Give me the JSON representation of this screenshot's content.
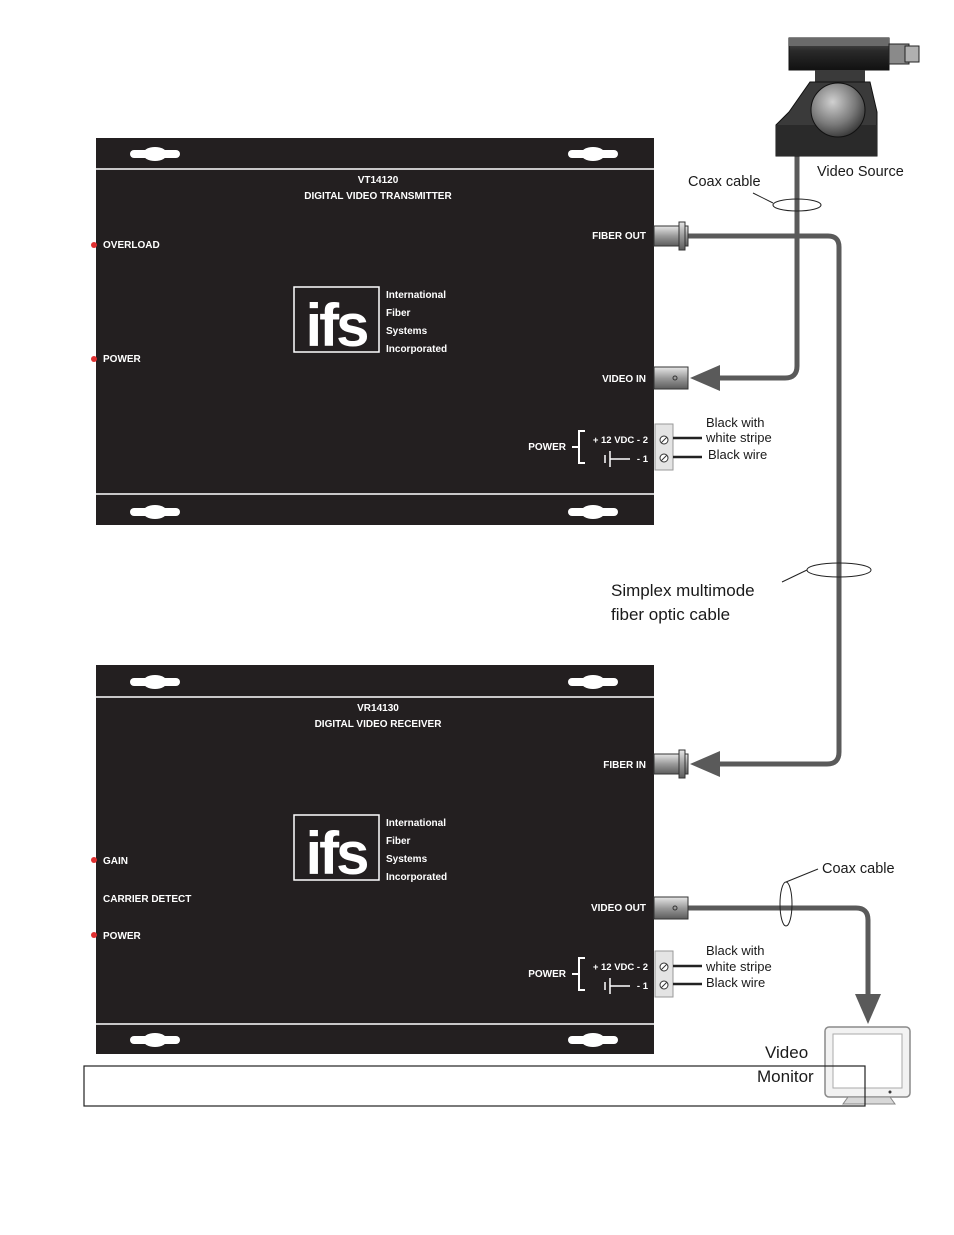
{
  "colors": {
    "unit_body": "#231f20",
    "cable": "#5a5a5a",
    "led": "#e03030",
    "label_text": "#1a1a1a"
  },
  "transmitter": {
    "model": "VT14120",
    "name": "DIGITAL VIDEO TRANSMITTER",
    "leds": [
      "OVERLOAD",
      "POWER"
    ],
    "fiber_port": "FIBER OUT",
    "video_port": "VIDEO IN",
    "power_label": "POWER",
    "terminal_plus": "+ 12 VDC - 2",
    "terminal_minus": "- 1",
    "wire_1": "Black with",
    "wire_1b": "white stripe",
    "wire_2": "Black wire"
  },
  "receiver": {
    "model": "VR14130",
    "name": "DIGITAL VIDEO RECEIVER",
    "leds": [
      "GAIN",
      "CARRIER DETECT",
      "POWER"
    ],
    "fiber_port": "FIBER IN",
    "video_port": "VIDEO OUT",
    "power_label": "POWER",
    "terminal_plus": "+ 12 VDC - 2",
    "terminal_minus": "- 1",
    "wire_1": "Black with",
    "wire_1b": "white stripe",
    "wire_2": "Black wire"
  },
  "logo": {
    "mark": "ifs",
    "lines": [
      "International",
      "Fiber",
      "Systems",
      "Incorporated"
    ]
  },
  "labels": {
    "video_source": "Video Source",
    "coax_top": "Coax cable",
    "fiber_cable_1": "Simplex multimode",
    "fiber_cable_2": "fiber optic cable",
    "coax_bottom": "Coax cable",
    "monitor_1": "Video",
    "monitor_2": "Monitor"
  },
  "caption": ""
}
